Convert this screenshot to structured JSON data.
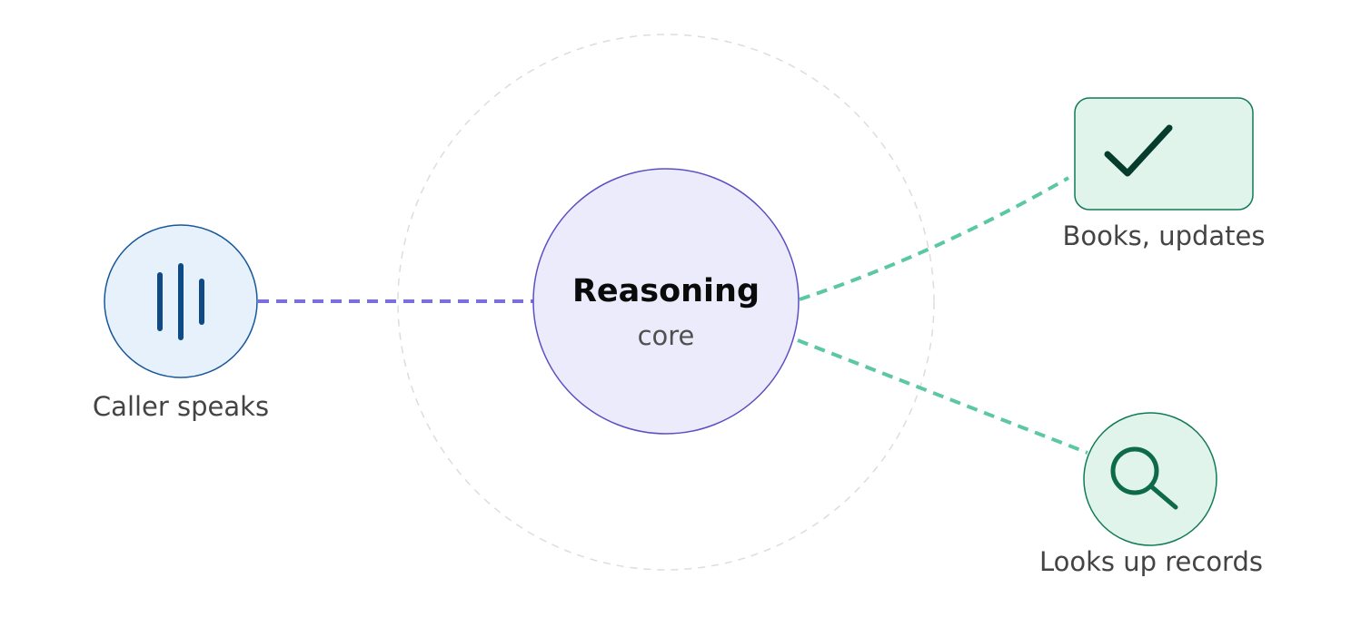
{
  "colors": {
    "input_fill": "#e6f1fb",
    "input_stroke": "#17579b",
    "input_icon": "#0d4a86",
    "core_fill": "#ecebfb",
    "core_stroke": "#5b4fc3",
    "output_fill": "#e0f4ec",
    "output_stroke": "#117a56",
    "check_icon": "#073b2c",
    "search_icon": "#0d6a4b",
    "link_input": "#7b6fe0",
    "link_output": "#5cc7a4",
    "halo": "#dddddd"
  },
  "nodes": {
    "input": {
      "label": "Caller speaks",
      "icon": "audio-waveform-icon"
    },
    "core": {
      "title": "Reasoning",
      "subtitle": "core"
    },
    "action": {
      "label": "Books, updates",
      "icon": "check-icon"
    },
    "lookup": {
      "label": "Looks up records",
      "icon": "search-icon"
    }
  }
}
